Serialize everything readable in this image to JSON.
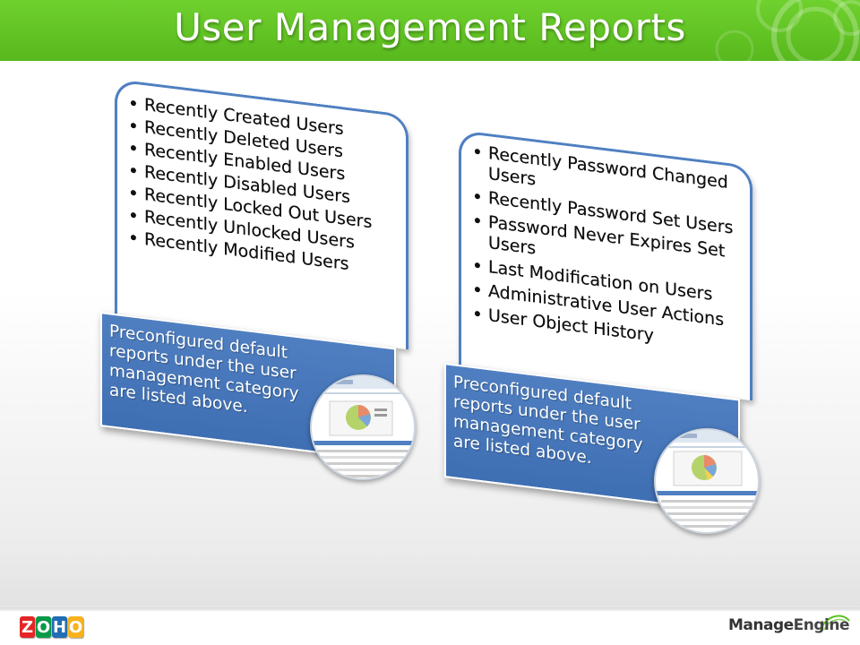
{
  "header": {
    "title": "User Management Reports",
    "accent_color": "#5cc021"
  },
  "cards": [
    {
      "items": [
        "Recently Created Users",
        "Recently Deleted Users",
        "Recently Enabled Users",
        "Recently Disabled Users",
        "Recently Locked Out Users",
        "Recently Unlocked Users",
        "Recently Modified Users"
      ],
      "caption": "Preconfigured default reports under the user management  category are listed above."
    },
    {
      "items": [
        "Recently Password Changed Users",
        "Recently Password Set Users",
        "Password Never Expires Set Users",
        "Last Modification on Users",
        "Administrative User Actions",
        "User Object History"
      ],
      "caption": "Preconfigured default reports under the user management  category are listed above."
    }
  ],
  "footer": {
    "zoho_letters": [
      "Z",
      "O",
      "H",
      "O"
    ],
    "zoho_colors": [
      "#e42527",
      "#089949",
      "#226db4",
      "#f9b21d"
    ],
    "brand_manage": "Manage",
    "brand_engine": "Engine"
  },
  "colors": {
    "card_blue": "#4f7fc1",
    "header_green": "#5cc021"
  }
}
